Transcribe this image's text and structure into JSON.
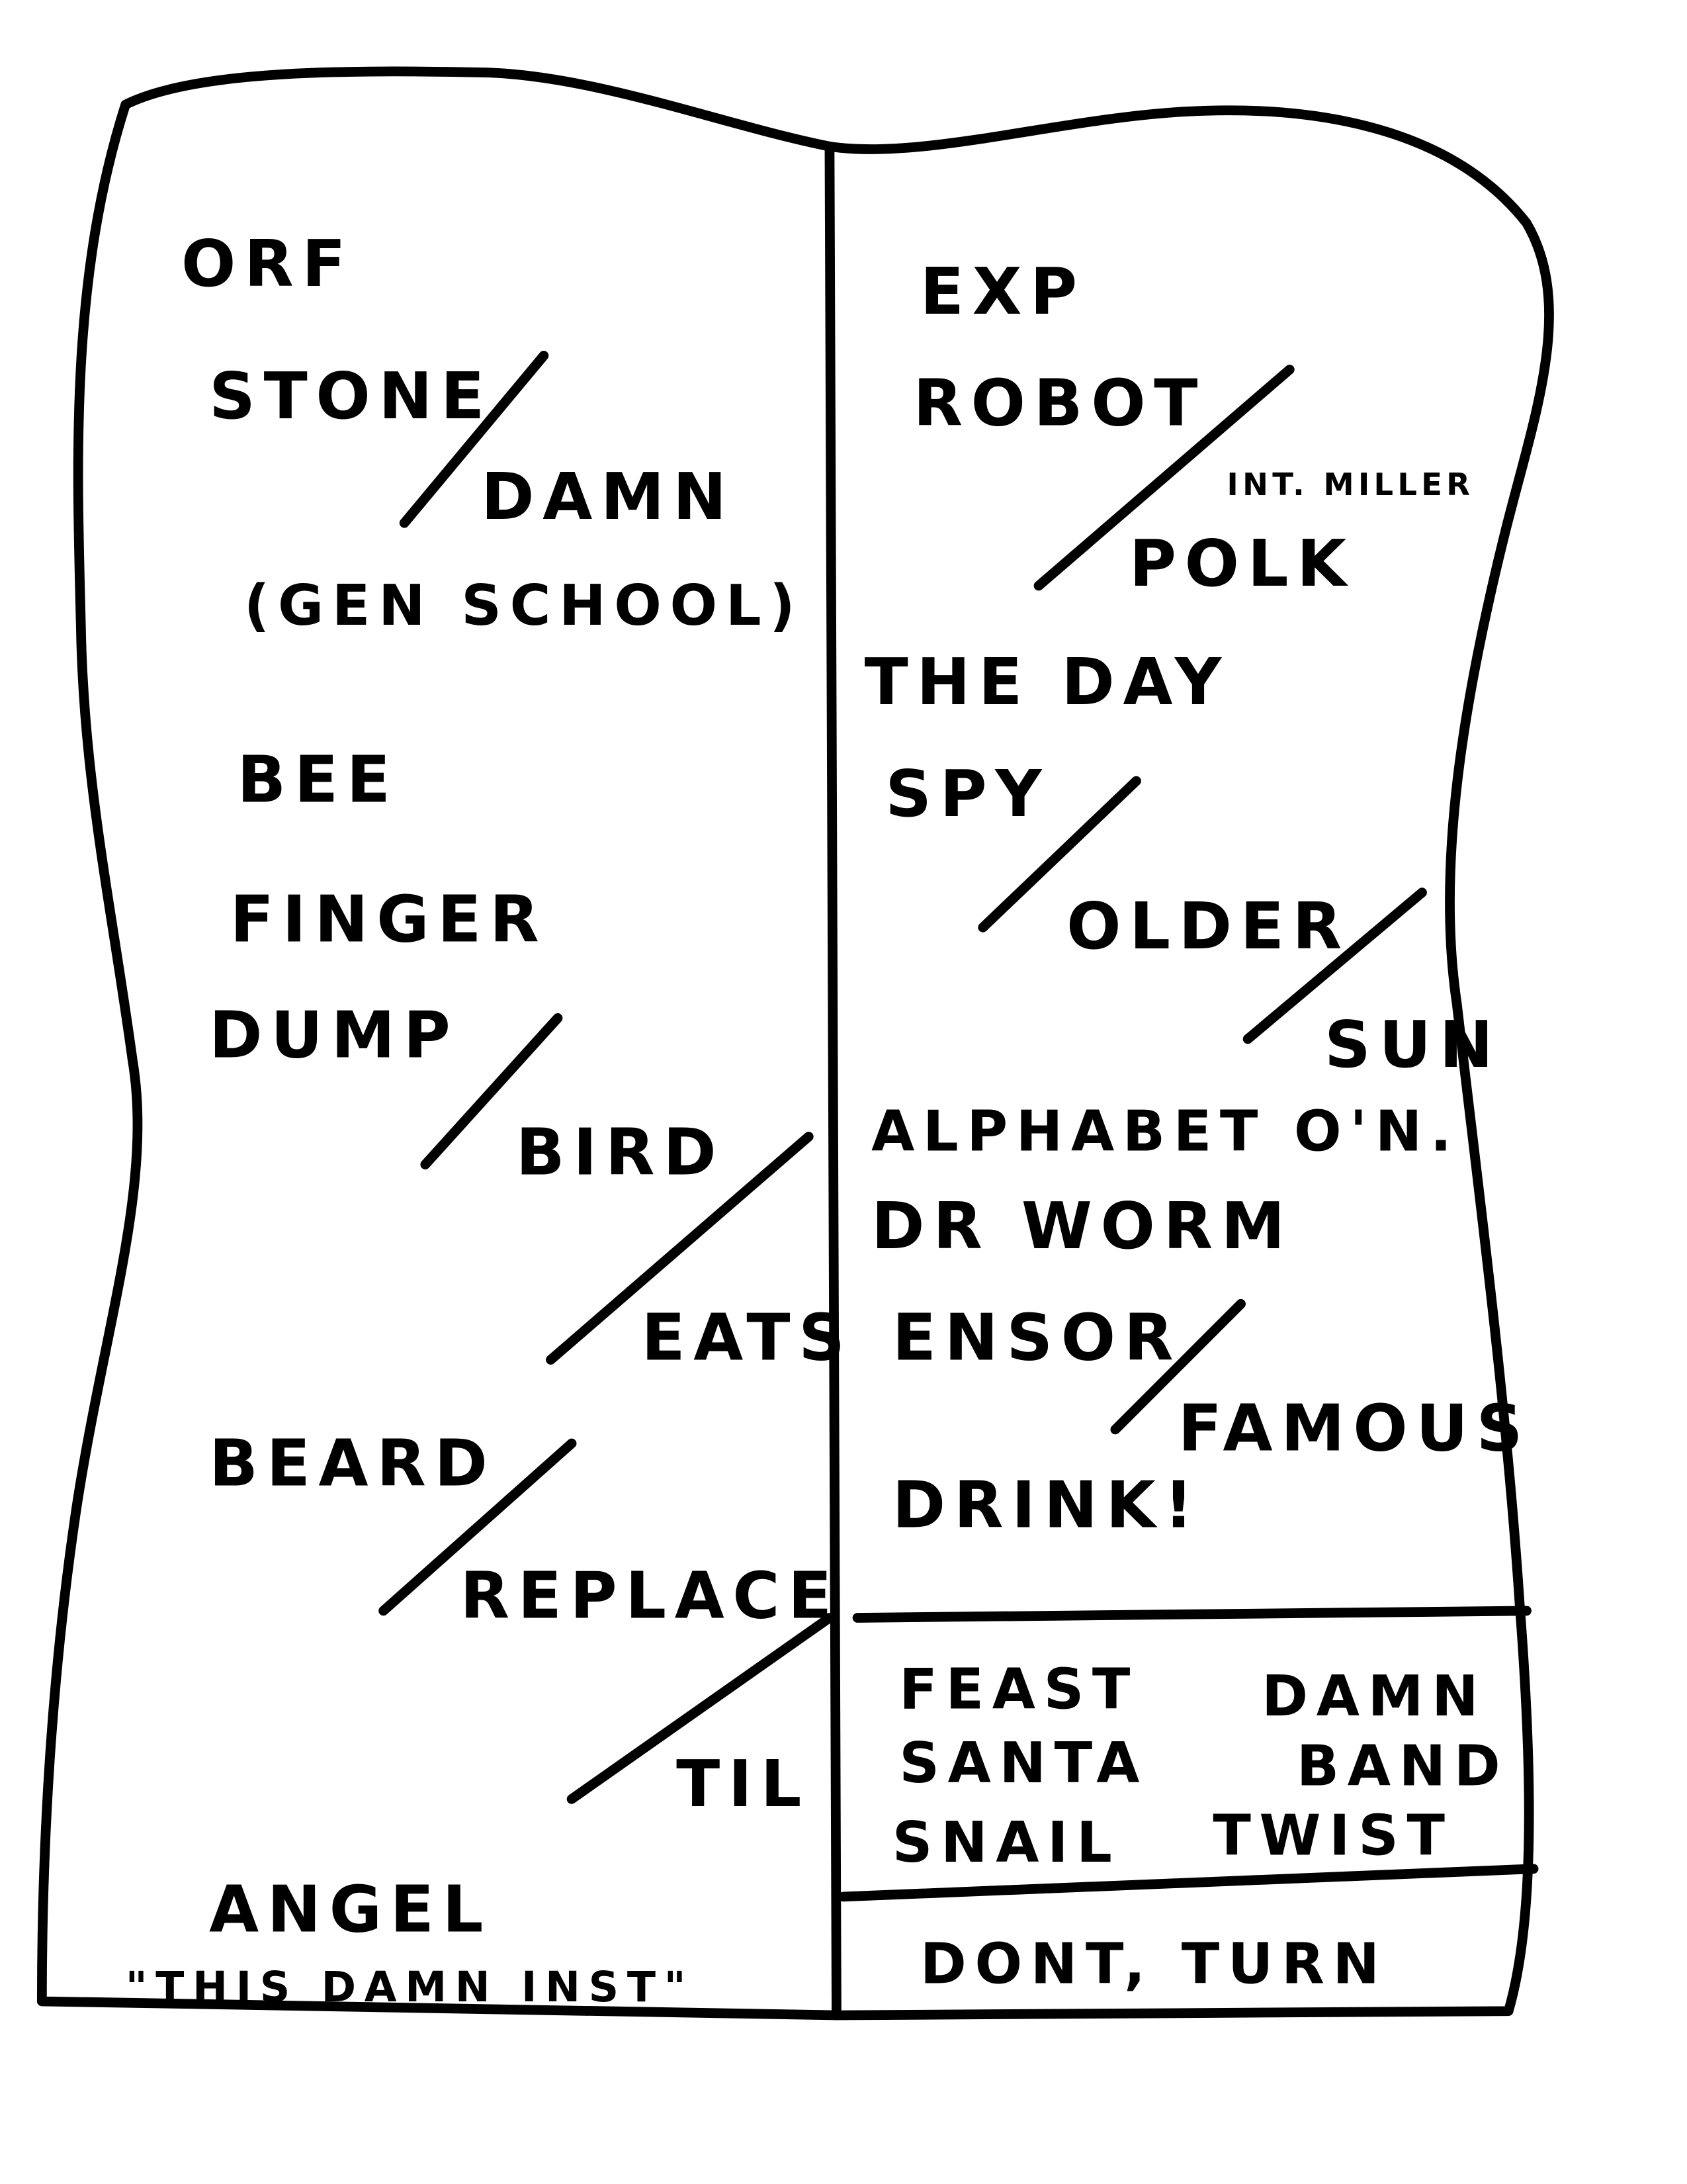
{
  "ink_color": "#000000",
  "paper_color": "#ffffff",
  "left_column": {
    "items": [
      {
        "text": "ORF"
      },
      {
        "text": "STONE"
      },
      {
        "text": "DAMN"
      },
      {
        "text": "(GEN SCHOOL)"
      },
      {
        "text": "BEE"
      },
      {
        "text": "FINGER"
      },
      {
        "text": "DUMP"
      },
      {
        "text": "BIRD"
      },
      {
        "text": "EATS"
      },
      {
        "text": "BEARD"
      },
      {
        "text": "REPLACE"
      },
      {
        "text": "TIL"
      },
      {
        "text": "ANGEL"
      },
      {
        "text": "\"THIS DAMN INST\""
      }
    ]
  },
  "right_column": {
    "items": [
      {
        "text": "EXP"
      },
      {
        "text": "ROBOT"
      },
      {
        "text": "INT. MILLER"
      },
      {
        "text": "POLK"
      },
      {
        "text": "THE DAY"
      },
      {
        "text": "SPY"
      },
      {
        "text": "OLDER"
      },
      {
        "text": "SUN"
      },
      {
        "text": "ALPHABET O'N."
      },
      {
        "text": "DR WORM"
      },
      {
        "text": "ENSOR"
      },
      {
        "text": "FAMOUS"
      },
      {
        "text": "DRINK!"
      }
    ]
  },
  "box_section": {
    "items": [
      {
        "text": "FEAST"
      },
      {
        "text": "DAMN"
      },
      {
        "text": "SANTA"
      },
      {
        "text": "BAND"
      },
      {
        "text": "SNAIL"
      },
      {
        "text": "TWIST"
      }
    ]
  },
  "bottom_section": {
    "text": "DONT, TURN"
  }
}
